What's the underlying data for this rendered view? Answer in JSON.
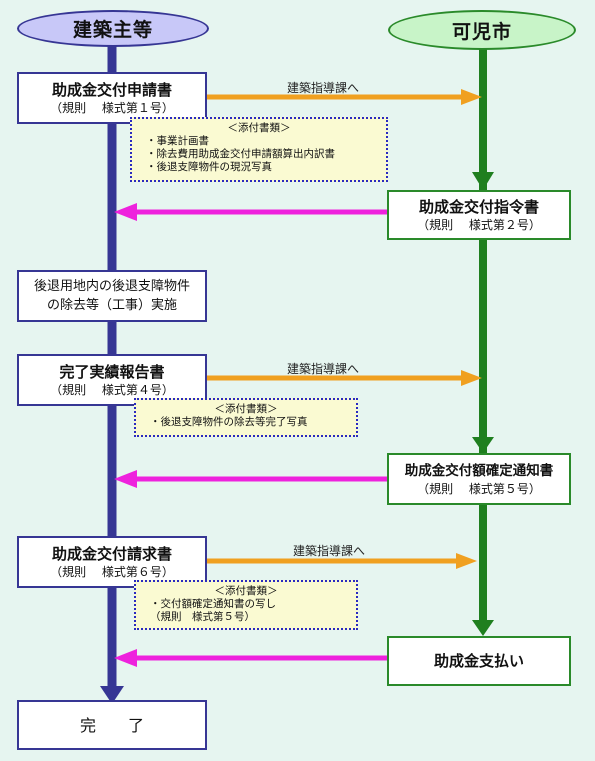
{
  "lanes": {
    "applicant": "建築主等",
    "city": "可児市"
  },
  "forward_label": "建築指導課へ",
  "steps": {
    "application": {
      "title": "助成金交付申請書",
      "form": "（規則　 様式第１号）"
    },
    "instruction": {
      "title": "助成金交付指令書",
      "form": "（規則　 様式第２号）"
    },
    "construction": {
      "line1": "後退用地内の後退支障物件",
      "line2": "の除去等（工事）実施"
    },
    "report": {
      "title": "完了実績報告書",
      "form": "（規則　 様式第４号）"
    },
    "determination": {
      "title": "助成金交付額確定通知書",
      "form": "（規則　 様式第５号）"
    },
    "claim": {
      "title": "助成金交付請求書",
      "form": "（規則　 様式第６号）"
    },
    "payment": {
      "title": "助成金支払い"
    },
    "end": {
      "title": "完　　了"
    }
  },
  "attachments": {
    "application": {
      "heading": "＜添付書類＞",
      "items": [
        "・事業計画書",
        "・除去費用助成金交付申請額算出内訳書",
        "・後退支障物件の現況写真"
      ]
    },
    "report": {
      "heading": "＜添付書類＞",
      "items": [
        "・後退支障物件の除去等完了写真"
      ]
    },
    "claim": {
      "heading": "＜添付書類＞",
      "items": [
        "・交付額確定通知書の写し",
        "（規則　様式第５号）"
      ]
    }
  },
  "colors": {
    "applicant_line": "#363694",
    "city_line": "#1f7f1f",
    "forward_arrow": "#f0a020",
    "return_arrow": "#ee22dd",
    "background": "#e6f5f0"
  }
}
